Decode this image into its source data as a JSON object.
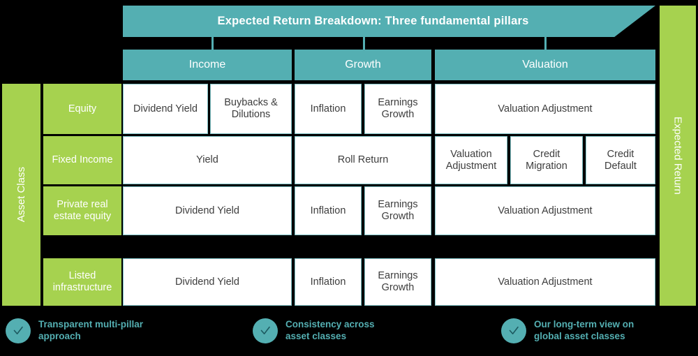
{
  "header": {
    "title": "Expected Return Breakdown: Three fundamental pillars",
    "pillars": [
      {
        "label": "Income"
      },
      {
        "label": "Growth"
      },
      {
        "label": "Valuation"
      }
    ]
  },
  "axes": {
    "left_label": "Asset Class",
    "right_label": "Expected Return"
  },
  "colors": {
    "teal": "#54afb2",
    "green": "#a6d24f",
    "background": "#000000",
    "cell_background": "#ffffff",
    "cell_border": "#7fc3c7",
    "cell_text": "#3d3d3d",
    "header_text": "#ffffff"
  },
  "matrix": {
    "rows": [
      {
        "asset_class": "Equity",
        "cells": [
          {
            "label": "Dividend Yield",
            "pillar": "Income"
          },
          {
            "label": "Buybacks &\nDilutions",
            "pillar": "Income"
          },
          {
            "label": "Inflation",
            "pillar": "Growth"
          },
          {
            "label": "Earnings\nGrowth",
            "pillar": "Growth"
          },
          {
            "label": "Valuation Adjustment",
            "pillar": "Valuation"
          }
        ]
      },
      {
        "asset_class": "Fixed Income",
        "cells": [
          {
            "label": "Yield",
            "pillar": "Income"
          },
          {
            "label": "Roll Return",
            "pillar": "Growth"
          },
          {
            "label": "Valuation\nAdjustment",
            "pillar": "Valuation"
          },
          {
            "label": "Credit\nMigration",
            "pillar": "Valuation"
          },
          {
            "label": "Credit\nDefault",
            "pillar": "Valuation"
          }
        ]
      },
      {
        "asset_class": "Private real\nestate equity",
        "cells": [
          {
            "label": "Dividend Yield",
            "pillar": "Income"
          },
          {
            "label": "Inflation",
            "pillar": "Growth"
          },
          {
            "label": "Earnings\nGrowth",
            "pillar": "Growth"
          },
          {
            "label": "Valuation Adjustment",
            "pillar": "Valuation"
          }
        ]
      },
      {
        "asset_class": "Listed\ninfrastructure",
        "cells": [
          {
            "label": "Dividend Yield",
            "pillar": "Income"
          },
          {
            "label": "Inflation",
            "pillar": "Growth"
          },
          {
            "label": "Earnings\nGrowth",
            "pillar": "Growth"
          },
          {
            "label": "Valuation Adjustment",
            "pillar": "Valuation"
          }
        ]
      }
    ]
  },
  "footer": {
    "bullets": [
      {
        "icon": "check-icon",
        "label": "Transparent multi-pillar\napproach"
      },
      {
        "icon": "check-icon",
        "label": "Consistency across\nasset classes"
      },
      {
        "icon": "check-icon",
        "label": "Our long-term view on\nglobal asset classes"
      }
    ]
  }
}
